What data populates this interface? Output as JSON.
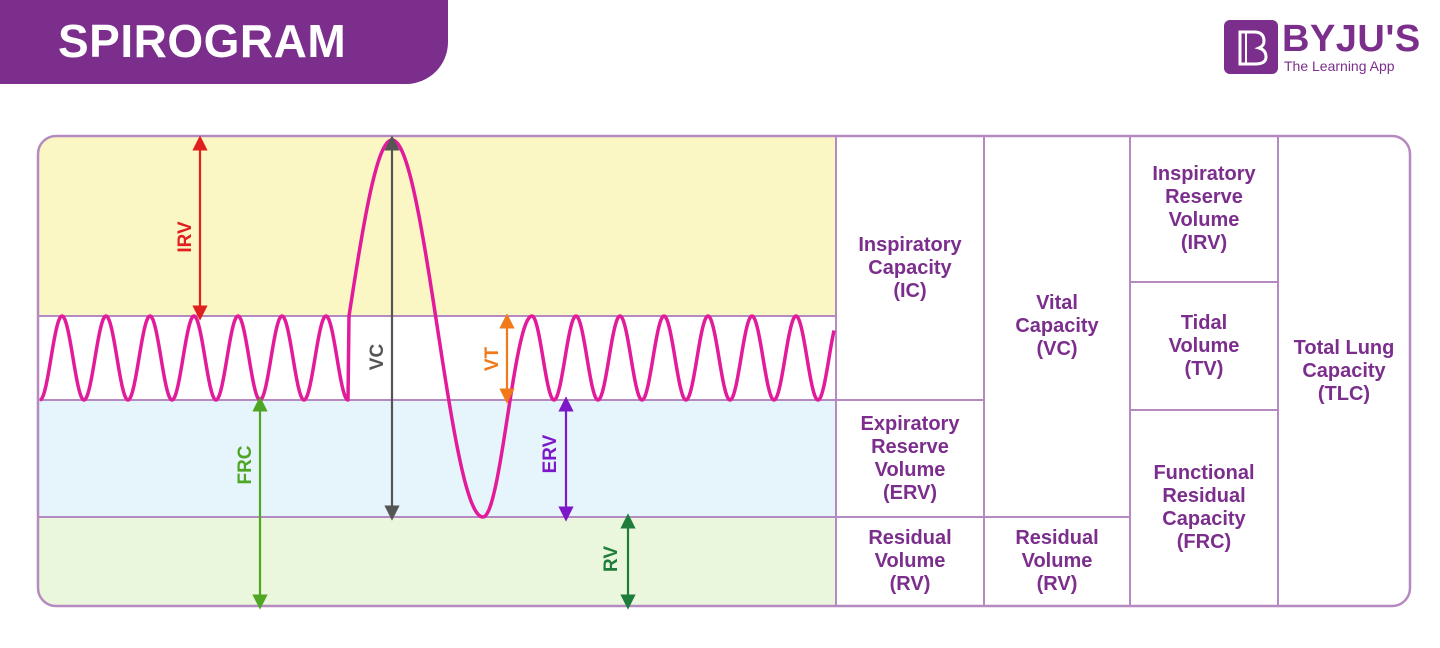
{
  "header": {
    "title": "SPIROGRAM",
    "brand_name": "BYJU'S",
    "brand_tagline": "The Learning App",
    "brand_color": "#7b2e8c"
  },
  "plot_labels": {
    "irv": "IRV",
    "vc": "VC",
    "vt": "VT",
    "frc": "FRC",
    "erv": "ERV",
    "rv": "RV"
  },
  "table": {
    "ic": "Inspiratory\nCapacity\n(IC)",
    "erv": "Expiratory\nReserve\nVolume\n(ERV)",
    "rv_col1": "Residual\nVolume\n(RV)",
    "vc": "Vital\nCapacity\n(VC)",
    "rv_col2": "Residual\nVolume\n(RV)",
    "irv": "Inspiratory\nReserve\nVolume\n(IRV)",
    "tv": "Tidal\nVolume\n(TV)",
    "frc": "Functional\nResidual\nCapacity\n(FRC)",
    "tlc": "Total Lung\nCapacity\n(TLC)"
  },
  "colors": {
    "irv_zone": "#fbf7c4",
    "tidal_zone": "#ffffff",
    "erv_zone": "#e6f5fc",
    "rv_zone": "#eaf7dc",
    "wave": "#e21b9b",
    "irv_arrow": "#e02020",
    "vc_arrow": "#555555",
    "vt_arrow": "#f07a1a",
    "frc_arrow": "#4fa524",
    "erv_arrow": "#7d18c8",
    "rv_arrow": "#1e7d3a",
    "border": "#b58ac0"
  }
}
